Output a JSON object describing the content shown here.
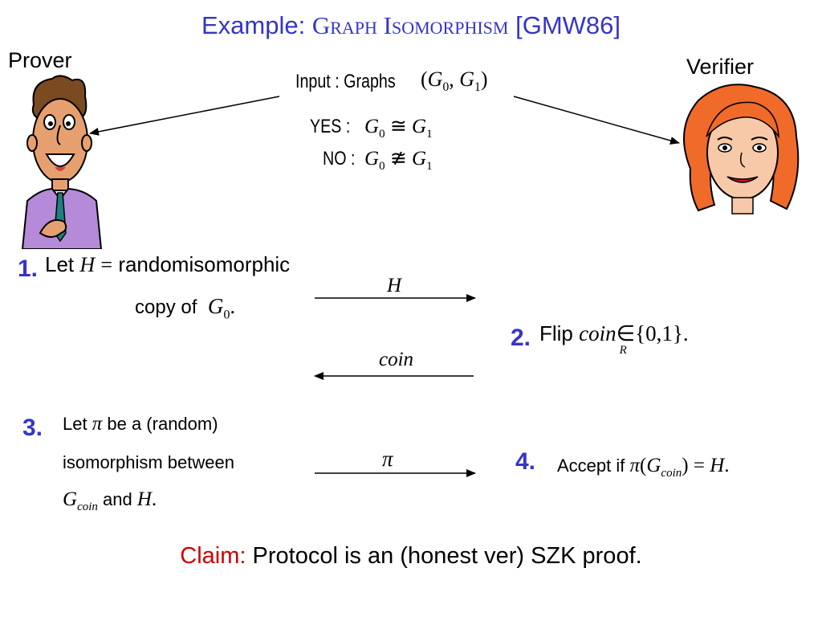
{
  "title": {
    "prefix": "Example: ",
    "problem": "Graph Isomorphism",
    "citation": " [GMW86]"
  },
  "roles": {
    "prover": "Prover",
    "verifier": "Verifier"
  },
  "input": {
    "label": "Input : Graphs",
    "g0": "G",
    "g1": "G",
    "sub0": "0",
    "sub1": "1"
  },
  "cases": {
    "yes_label": "YES :",
    "no_label": "NO :",
    "yes_rel": "≅",
    "no_rel": "≇"
  },
  "step1": {
    "num": "1.",
    "let": "Let",
    "h": "H",
    "eq": "=",
    "text1": "randomisomorphic",
    "text2": "copy of"
  },
  "step2": {
    "num": "2.",
    "flip": "Flip",
    "coin": "coin",
    "in": "∈",
    "sub": "R",
    "set": "{0,1}."
  },
  "step3": {
    "num": "3.",
    "let": "Let",
    "pi": "π",
    "text1": "be a (random)",
    "text2": "isomorphism between",
    "and": "and",
    "coin_sub": "coin"
  },
  "step4": {
    "num": "4.",
    "text": "Accept if",
    "pi": "π",
    "eq": "=",
    "h": "H"
  },
  "messages": {
    "m1": "H",
    "m2": "coin",
    "m3": "π"
  },
  "claim": {
    "label": "Claim:",
    "text": " Protocol is an (honest ver) SZK proof.",
    "label_color": "#cc0000"
  },
  "colors": {
    "accent": "#3535c8",
    "prover_shirt": "#b58ad8",
    "prover_skin": "#e6a070",
    "verifier_hair": "#f06a2a",
    "verifier_skin": "#f8c9a8"
  },
  "icons": {
    "prover": "prover-cartoon-man",
    "verifier": "verifier-cartoon-woman"
  }
}
